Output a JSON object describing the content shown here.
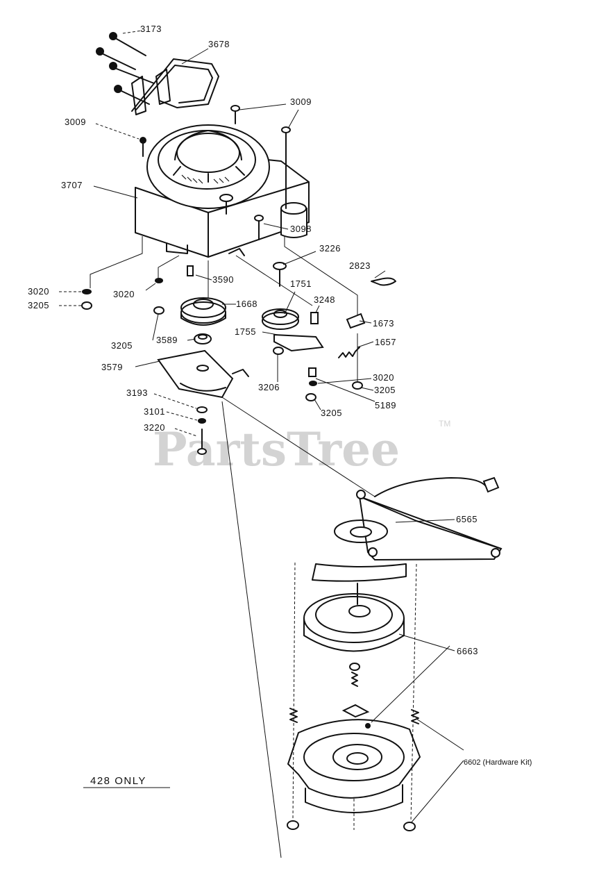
{
  "watermark": {
    "text": "PartsTree",
    "trademark": "TM"
  },
  "note": "428 ONLY",
  "labels": [
    {
      "id": "3173",
      "text": "3173"
    },
    {
      "id": "3678",
      "text": "3678"
    },
    {
      "id": "3009a",
      "text": "3009"
    },
    {
      "id": "3009b",
      "text": "3009"
    },
    {
      "id": "3707",
      "text": "3707"
    },
    {
      "id": "3098",
      "text": "3098"
    },
    {
      "id": "3226",
      "text": "3226"
    },
    {
      "id": "2823",
      "text": "2823"
    },
    {
      "id": "3020a",
      "text": "3020"
    },
    {
      "id": "3205a",
      "text": "3205"
    },
    {
      "id": "3020b",
      "text": "3020"
    },
    {
      "id": "3590",
      "text": "3590"
    },
    {
      "id": "1668",
      "text": "1668"
    },
    {
      "id": "1751",
      "text": "1751"
    },
    {
      "id": "3248",
      "text": "3248"
    },
    {
      "id": "1673",
      "text": "1673"
    },
    {
      "id": "3205b",
      "text": "3205"
    },
    {
      "id": "3589",
      "text": "3589"
    },
    {
      "id": "1755",
      "text": "1755"
    },
    {
      "id": "1657",
      "text": "1657"
    },
    {
      "id": "3579",
      "text": "3579"
    },
    {
      "id": "3020c",
      "text": "3020"
    },
    {
      "id": "3206",
      "text": "3206"
    },
    {
      "id": "3205c",
      "text": "3205"
    },
    {
      "id": "5189",
      "text": "5189"
    },
    {
      "id": "3193",
      "text": "3193"
    },
    {
      "id": "3205d",
      "text": "3205"
    },
    {
      "id": "3101",
      "text": "3101"
    },
    {
      "id": "3220",
      "text": "3220"
    },
    {
      "id": "6565",
      "text": "6565"
    },
    {
      "id": "6663",
      "text": "6663"
    },
    {
      "id": "6602",
      "text": "6602 (Hardware Kit)"
    }
  ]
}
